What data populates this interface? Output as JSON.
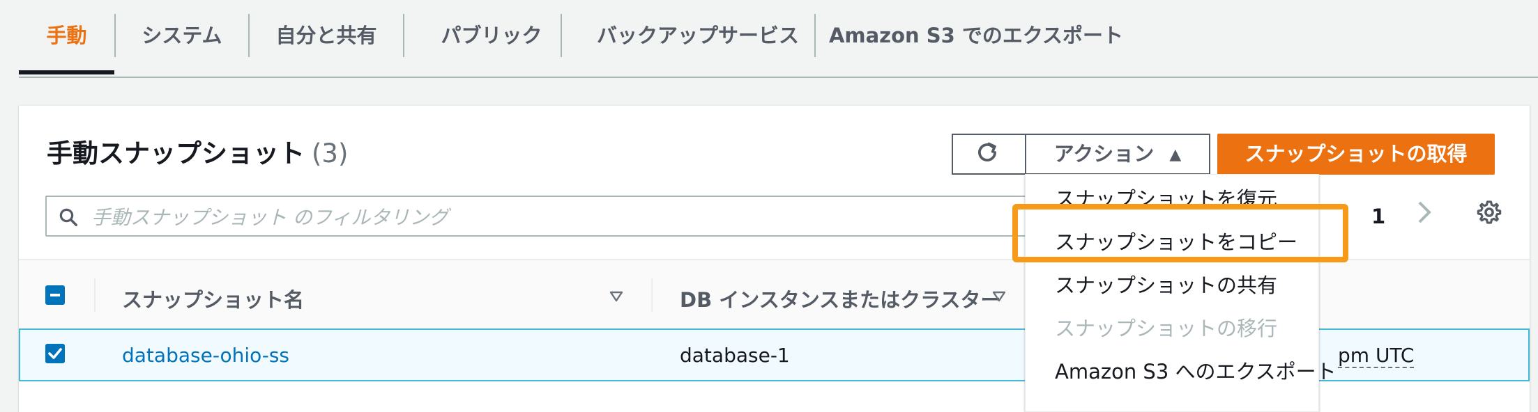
{
  "tabs": [
    {
      "label": "手動",
      "active": true
    },
    {
      "label": "システム"
    },
    {
      "label": "自分と共有"
    },
    {
      "label": "パブリック"
    },
    {
      "label": "バックアップサービス"
    },
    {
      "label": "Amazon S3 でのエクスポート"
    }
  ],
  "panel": {
    "title": "手動スナップショット",
    "count": "(3)",
    "actions_label": "アクション",
    "take_snapshot_label": "スナップショットの取得",
    "search_placeholder": "手動スナップショット のフィルタリング",
    "page_number": "1"
  },
  "actions_menu": [
    {
      "label": "スナップショットを復元",
      "enabled": true
    },
    {
      "label": "スナップショットをコピー",
      "enabled": true,
      "highlighted": true
    },
    {
      "label": "スナップショットの共有",
      "enabled": true
    },
    {
      "label": "スナップショットの移行",
      "enabled": false
    },
    {
      "label": "Amazon S3 へのエクスポート",
      "enabled": true
    }
  ],
  "table": {
    "headers": {
      "name": "スナップショット名",
      "instance": "DB インスタンスまたはクラスター"
    },
    "rows": [
      {
        "selected": true,
        "name": "database-ohio-ss",
        "instance": "database-1",
        "time_suffix": "pm UTC"
      }
    ]
  },
  "colors": {
    "accent": "#ec7211",
    "link": "#0073bb",
    "highlight": "#f79a1a"
  }
}
